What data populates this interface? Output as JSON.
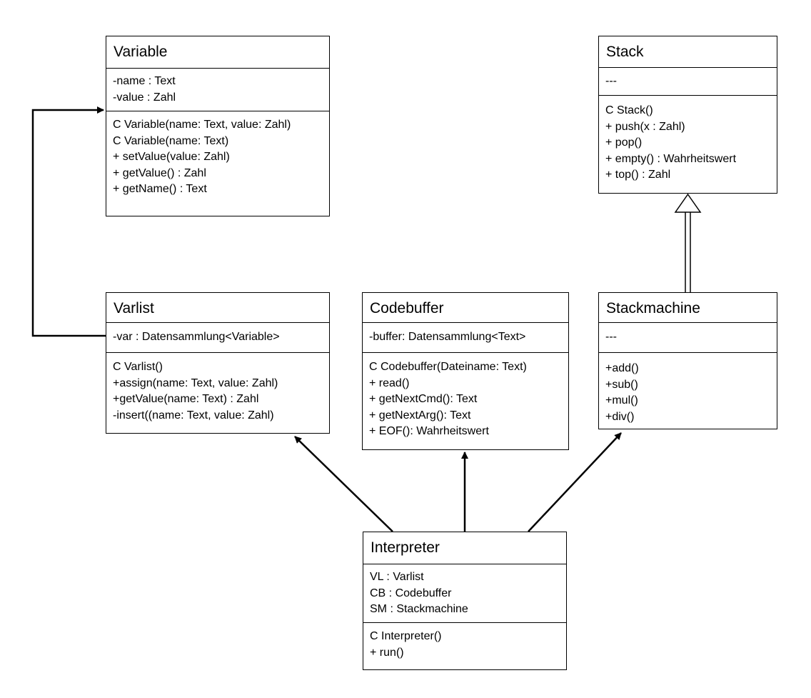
{
  "classes": {
    "variable": {
      "name": "Variable",
      "attributes": [
        "-name : Text",
        "-value : Zahl"
      ],
      "methods": [
        "C Variable(name: Text, value: Zahl)",
        "C Variable(name: Text)",
        "+ setValue(value:  Zahl)",
        "+ getValue() : Zahl",
        "+ getName() : Text"
      ]
    },
    "stack": {
      "name": "Stack",
      "attributes": [
        "---"
      ],
      "methods": [
        "C Stack()",
        "+ push(x : Zahl)",
        "+ pop()",
        "+ empty() : Wahrheitswert",
        "+ top() : Zahl"
      ]
    },
    "varlist": {
      "name": "Varlist",
      "attributes": [
        "-var : Datensammlung<Variable>"
      ],
      "methods": [
        "C Varlist()",
        "+assign(name: Text, value: Zahl)",
        "+getValue(name: Text) : Zahl",
        "-insert((name: Text, value: Zahl)"
      ]
    },
    "codebuffer": {
      "name": "Codebuffer",
      "attributes": [
        "-buffer: Datensammlung<Text>"
      ],
      "methods": [
        "C Codebuffer(Dateiname: Text)",
        "+ read()",
        "+ getNextCmd(): Text",
        "+ getNextArg(): Text",
        "+ EOF(): Wahrheitswert"
      ]
    },
    "stackmachine": {
      "name": "Stackmachine",
      "attributes": [
        "---"
      ],
      "methods": [
        "+add()",
        "+sub()",
        "+mul()",
        "+div()"
      ]
    },
    "interpreter": {
      "name": "Interpreter",
      "attributes": [
        "VL : Varlist",
        "CB : Codebuffer",
        "SM : Stackmachine"
      ],
      "methods": [
        "C Interpreter()",
        "+ run()"
      ]
    }
  },
  "relations": [
    {
      "from": "varlist",
      "to": "variable",
      "kind": "association"
    },
    {
      "from": "stackmachine",
      "to": "stack",
      "kind": "inheritance"
    },
    {
      "from": "interpreter",
      "to": "varlist",
      "kind": "association"
    },
    {
      "from": "interpreter",
      "to": "codebuffer",
      "kind": "association"
    },
    {
      "from": "interpreter",
      "to": "stackmachine",
      "kind": "association"
    }
  ]
}
